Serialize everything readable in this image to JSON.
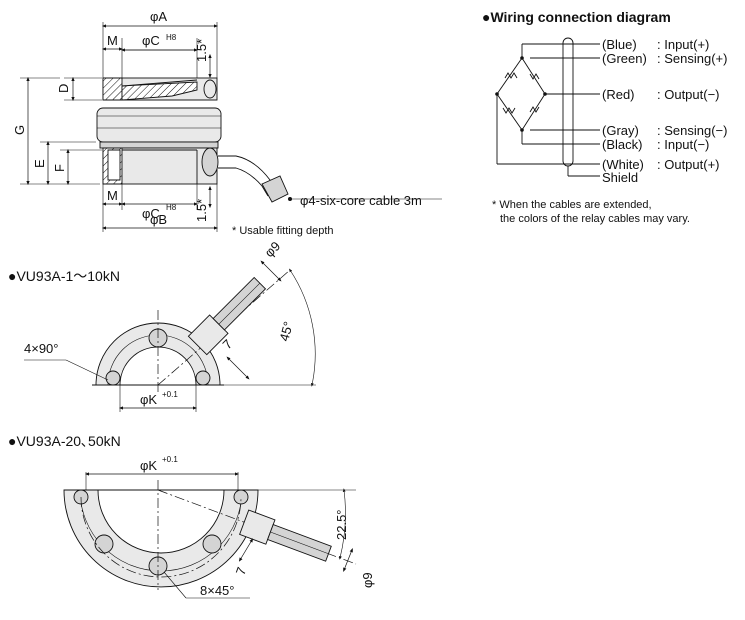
{
  "drawing": {
    "side_view": {
      "dims": {
        "A": "φA",
        "C_top": "φC",
        "C_sup": "H8",
        "C_bot": "φC",
        "B": "φB",
        "M_top": "M",
        "M_bot": "M",
        "D": "D",
        "G": "G",
        "E": "E",
        "F": "F",
        "depth_top": "1.5*",
        "depth_bot": "1.5*"
      },
      "cable_label": "φ4-six-core cable 3m",
      "note": "* Usable fitting depth"
    },
    "wiring": {
      "title": "●Wiring connection diagram",
      "rows": [
        {
          "color": "(Blue)",
          "func": ": Input(+)"
        },
        {
          "color": "(Green)",
          "func": ": Sensing(+)"
        },
        {
          "color": "(Red)",
          "func": ": Output(−)"
        },
        {
          "color": "(Gray)",
          "func": ": Sensing(−)"
        },
        {
          "color": "(Black)",
          "func": ": Input(−)"
        },
        {
          "color": "(White)",
          "func": ": Output(+)"
        }
      ],
      "shield": "Shield",
      "note_line1": "* When the cables are extended,",
      "note_line2": "the colors of the relay cables may vary."
    },
    "model_small": {
      "title": "●VU93A-1〜10kN",
      "holes": "4×90°",
      "K": "φK",
      "K_sup": "+0.1",
      "phi9": "φ9",
      "angle": "45°",
      "seven": "7"
    },
    "model_large": {
      "title": "●VU93A-20､50kN",
      "K": "φK",
      "K_sup": "+0.1",
      "angle": "22.5°",
      "phi9": "φ9",
      "seven": "7",
      "holes": "8×45°"
    }
  },
  "colors": {
    "line": "#111111",
    "fill_light": "#e9e9e9",
    "fill_mid": "#d4d4d4"
  }
}
